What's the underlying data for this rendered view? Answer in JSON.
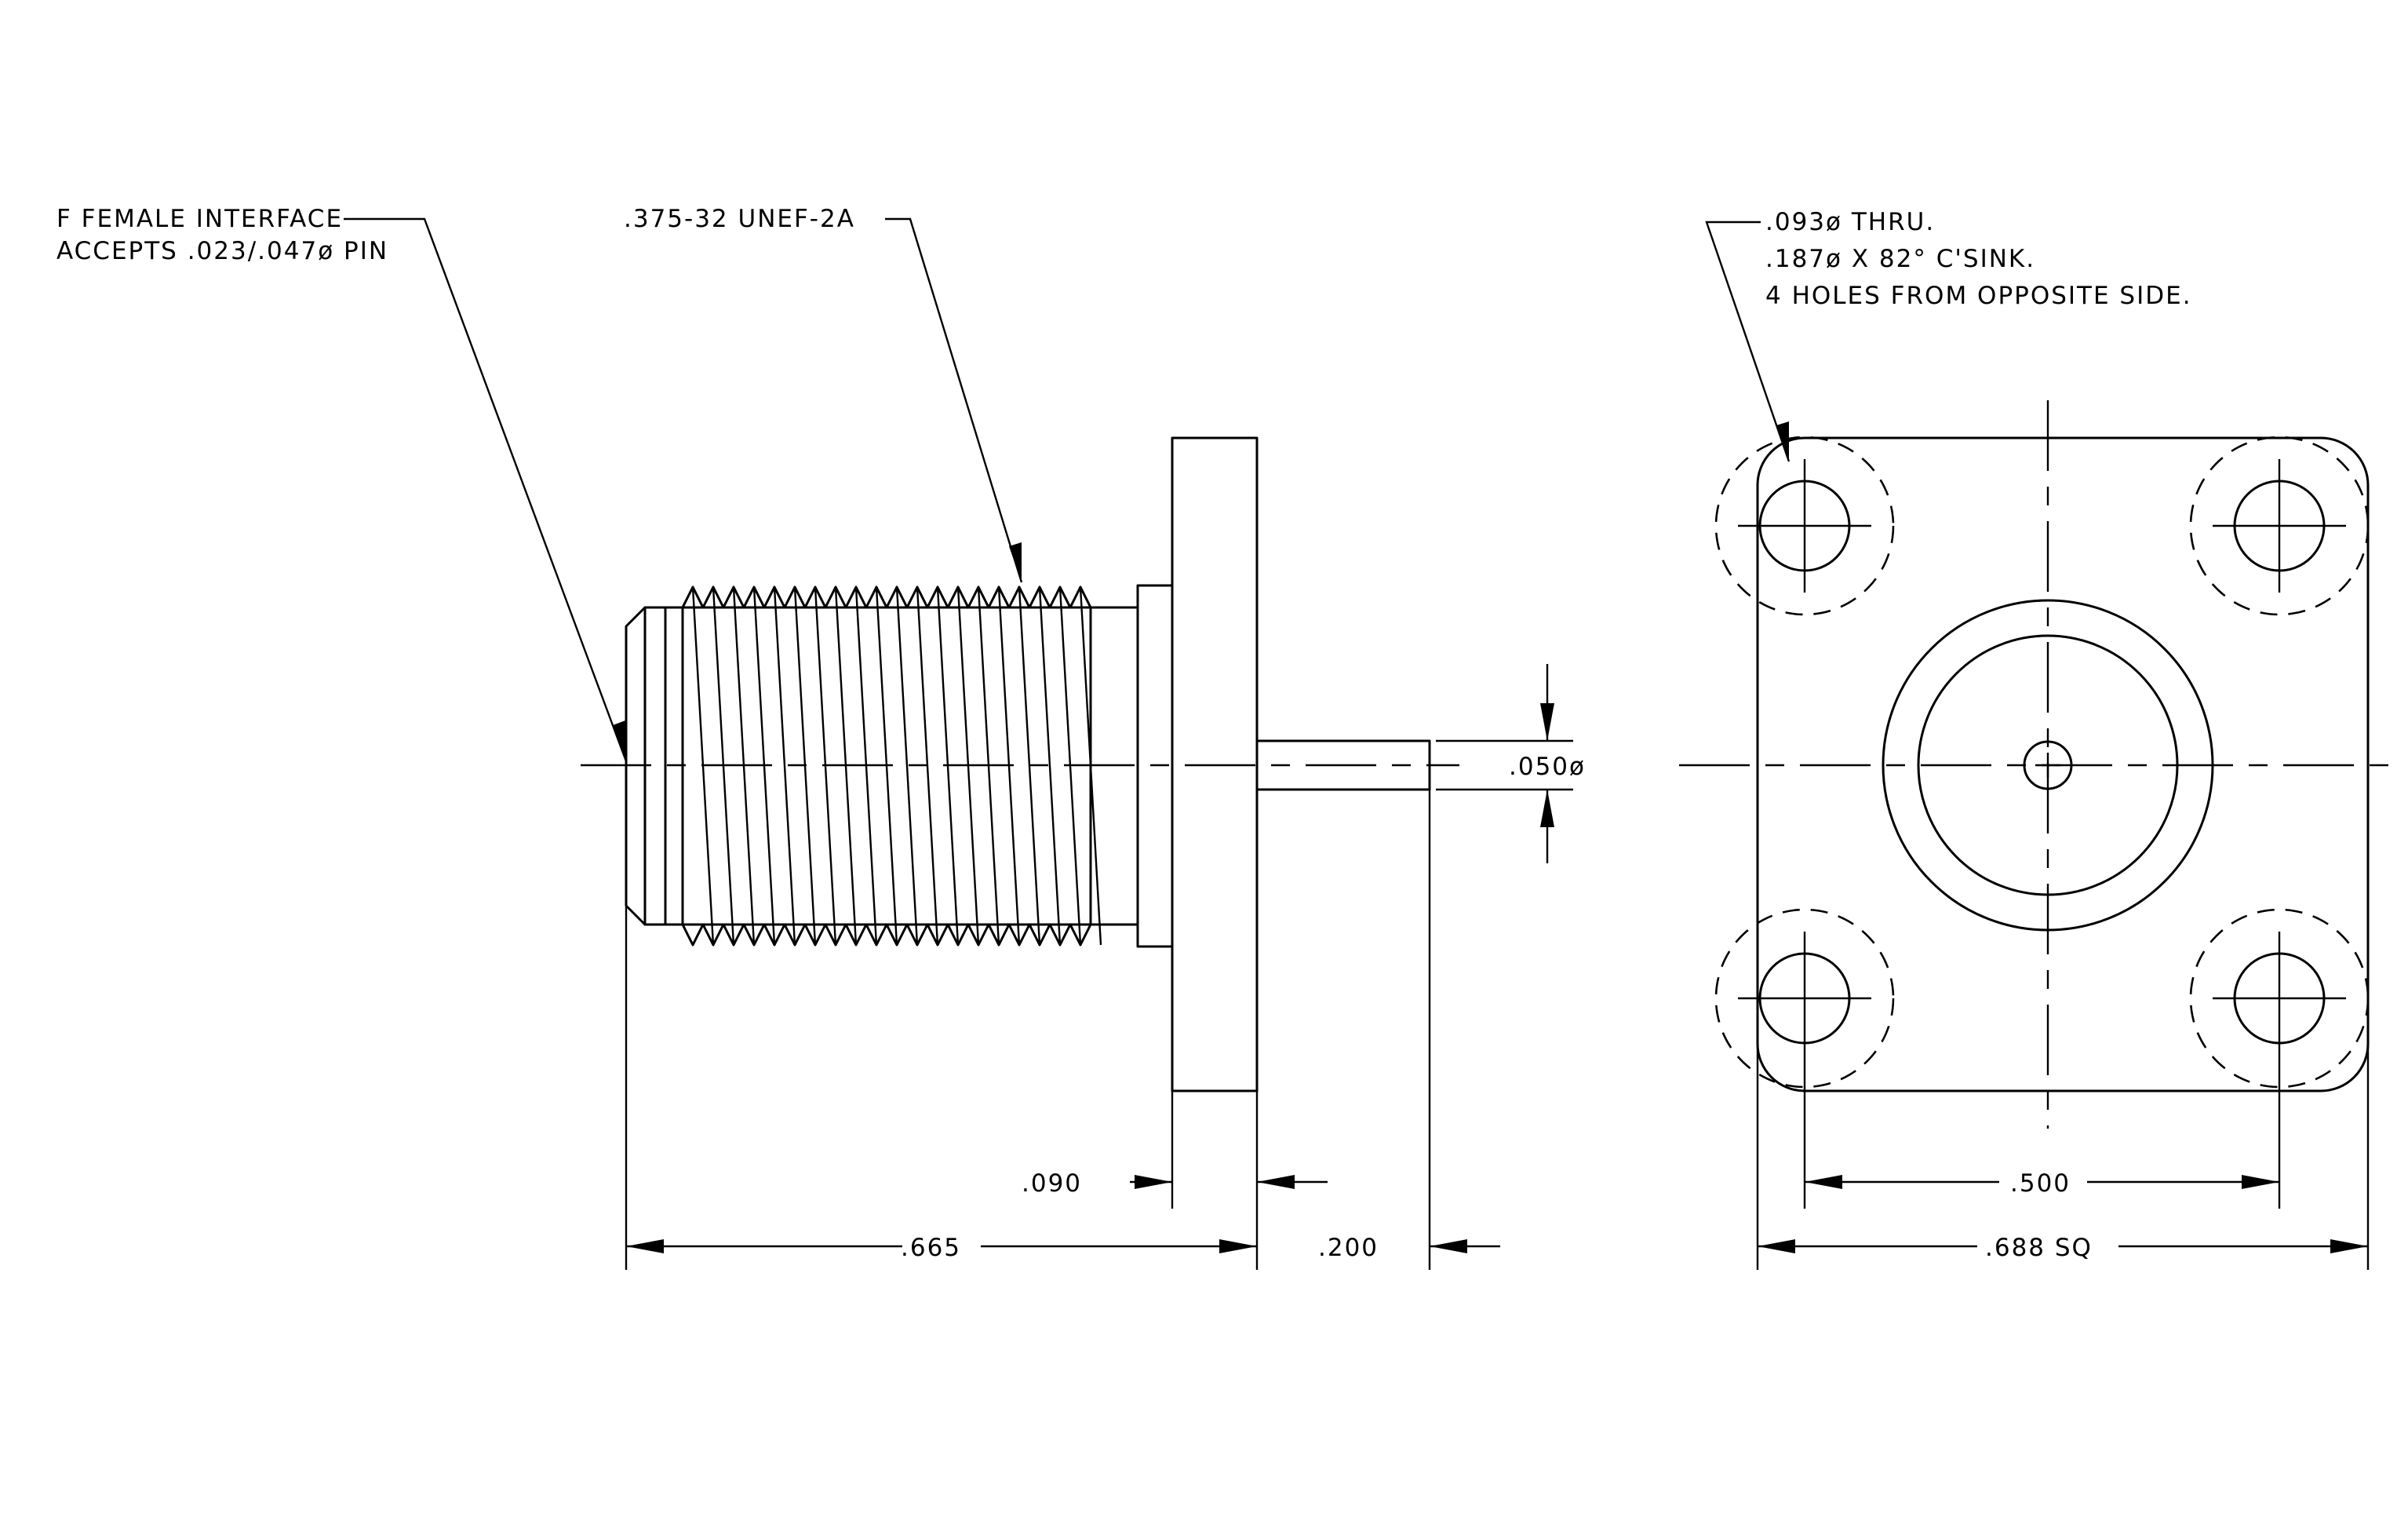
{
  "notes": {
    "interface_line1": "F FEMALE INTERFACE",
    "interface_line2": "ACCEPTS .023/.047ø PIN",
    "thread_spec": ".375-32 UNEF-2A",
    "holes_line1": ".093ø THRU.",
    "holes_line2": ".187ø X 82° C'SINK.",
    "holes_line3": "4 HOLES FROM OPPOSITE SIDE."
  },
  "dimensions": {
    "pin_diameter": ".050ø",
    "flange_thickness": ".090",
    "overall_length": ".665",
    "pin_length": ".200",
    "hole_spacing": ".500",
    "flange_square": ".688 SQ"
  }
}
